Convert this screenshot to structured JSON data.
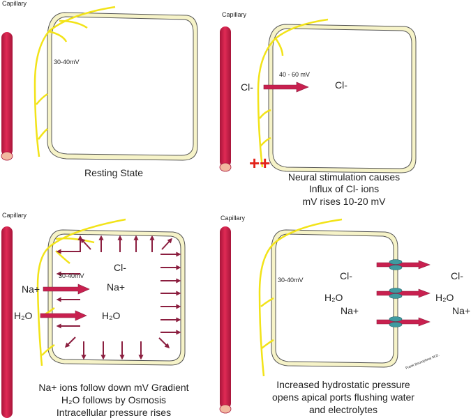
{
  "colors": {
    "capillary": "#d51f4a",
    "capillary_end": "#f2b9a0",
    "nerve": "#f2e318",
    "cell_wall": "#f6f3c8",
    "arrow": "#c8204f",
    "small_arrow": "#8b1e3f",
    "port": "#3f9aa0",
    "plus": "#e2231a"
  },
  "panels": [
    {
      "capillary_label": "Capillary",
      "voltage": "30-40mV",
      "caption": [
        "Resting State"
      ]
    },
    {
      "capillary_label": "Capillary",
      "voltage": "40 - 60 mV",
      "ion_outside": "Cl-",
      "ion_inside": "Cl-",
      "marks": "++",
      "caption": [
        "Neural stimulation causes",
        "Influx of Cl- ions",
        "mV rises 10-20 mV"
      ]
    },
    {
      "capillary_label": "Capillary",
      "voltage": "30-40mV",
      "ion_na_out": "Na+",
      "ion_h2o_out": "H₂O",
      "ion_cl_in": "Cl-",
      "ion_na_in": "Na+",
      "ion_h2o_in": "H₂O",
      "caption": [
        "Na+ ions follow down mV Gradient",
        "H₂O follows by Osmosis",
        "Intracellular pressure rises"
      ]
    },
    {
      "capillary_label": "Capillary",
      "voltage": "30-40mV",
      "ion_cl_in": "Cl-",
      "ion_h2o_in": "H₂O",
      "ion_na_in": "Na+",
      "ion_cl_out": "Cl-",
      "ion_h2o_out": "H₂O",
      "ion_na_out": "Na+",
      "signature": "Frank Boumphrey M.D.",
      "caption": [
        "Increased hydrostatic pressure",
        "opens apical ports flushing water",
        "and electrolytes"
      ]
    }
  ]
}
